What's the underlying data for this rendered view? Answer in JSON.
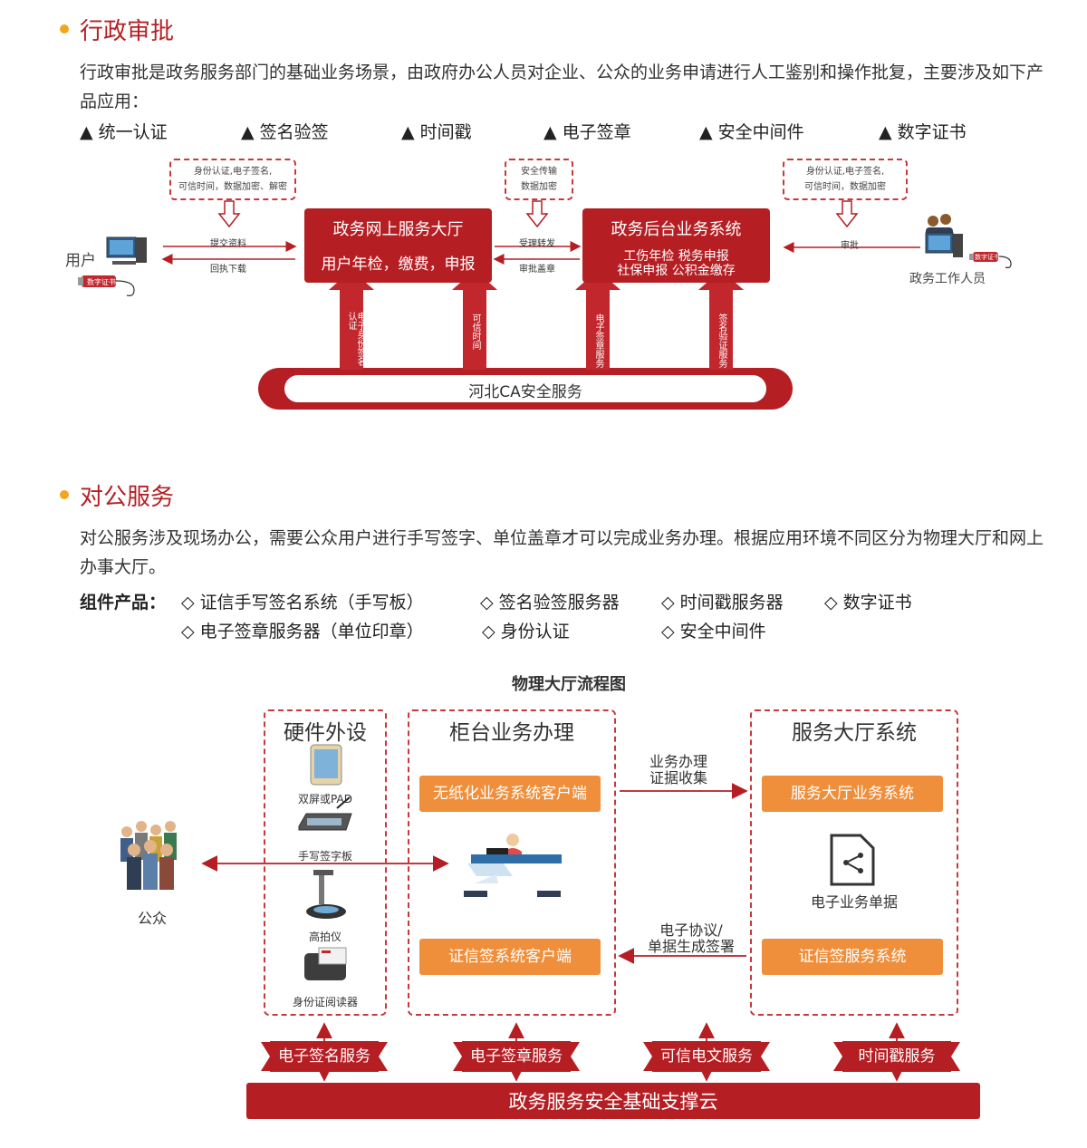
{
  "section1": {
    "title": "行政审批",
    "desc": "行政审批是政务服务部门的基础业务场景，由政府办公人员对企业、公众的业务申请进行人工鉴别和操作批复，主要涉及如下产品应用：",
    "products": [
      "▲ 统一认证",
      "▲ 签名验签",
      "▲ 时间戳",
      "▲ 电子签章",
      "▲ 安全中间件",
      "▲ 数字证书"
    ],
    "diagram": {
      "note_left": [
        "身份认证,电子签名,",
        "可信时间，数据加密、解密"
      ],
      "note_mid": [
        "安全传输",
        "数据加密"
      ],
      "note_right": [
        "身份认证,电子签名,",
        "可信时间，数据加密"
      ],
      "user_label": "用户",
      "usb_label": "数字证书",
      "staff_label": "政务工作人员",
      "arrow_submit": "提交资料",
      "arrow_return": "回执下载",
      "arrow_accept": "受理转发",
      "arrow_review": "审批盖章",
      "arrow_approve": "审批",
      "box1_title": "政务网上服务大厅",
      "box1_sub": "用户年检，缴费，申报",
      "box2_title": "政务后台业务系统",
      "box2_line1": "工伤年检  税务申报",
      "box2_line2": "社保申报  公积金缴存",
      "up1": "电子身份签名认证",
      "up2": "可信时间",
      "up3": "电子签章服务",
      "up4": "签名验证服务",
      "base": "河北CA安全服务"
    }
  },
  "section2": {
    "title": "对公服务",
    "desc": "对公服务涉及现场办公，需要公众用户进行手写签字、单位盖章才可以完成业务办理。根据应用环境不同区分为物理大厅和网上办事大厅。",
    "components_label": "组件产品：",
    "row1": [
      "◇ 证信手写签名系统（手写板）",
      "◇ 签名验签服务器",
      "◇ 时间戳服务器",
      "◇ 数字证书"
    ],
    "row2": [
      "◇ 电子签章服务器（单位印章）",
      "◇ 身份认证",
      "◇ 安全中间件"
    ],
    "flow": {
      "title": "物理大厅流程图",
      "public_label": "公众",
      "col1_title": "硬件外设",
      "dev1": "双屏或PAD",
      "dev2": "手写签字板",
      "dev3": "高拍仪",
      "dev4": "身份证阅读器",
      "col2_title": "柜台业务办理",
      "col2_btn1": "无纸化业务系统客户端",
      "col2_btn2": "证信签系统客户端",
      "mid_top_1": "业务办理",
      "mid_top_2": "证据收集",
      "mid_bot_1": "电子协议/",
      "mid_bot_2": "单据生成签署",
      "col3_title": "服务大厅系统",
      "col3_btn1": "服务大厅业务系统",
      "col3_doc": "电子业务单据",
      "col3_btn2": "证信签服务系统",
      "services": [
        "电子签名服务",
        "电子签章服务",
        "可信电文服务",
        "时间戳服务"
      ],
      "cloud": "政务服务安全基础支撑云"
    }
  },
  "colors": {
    "red": "#b51f24",
    "orange": "#ef8f3c",
    "gold": "#f3a51c"
  }
}
